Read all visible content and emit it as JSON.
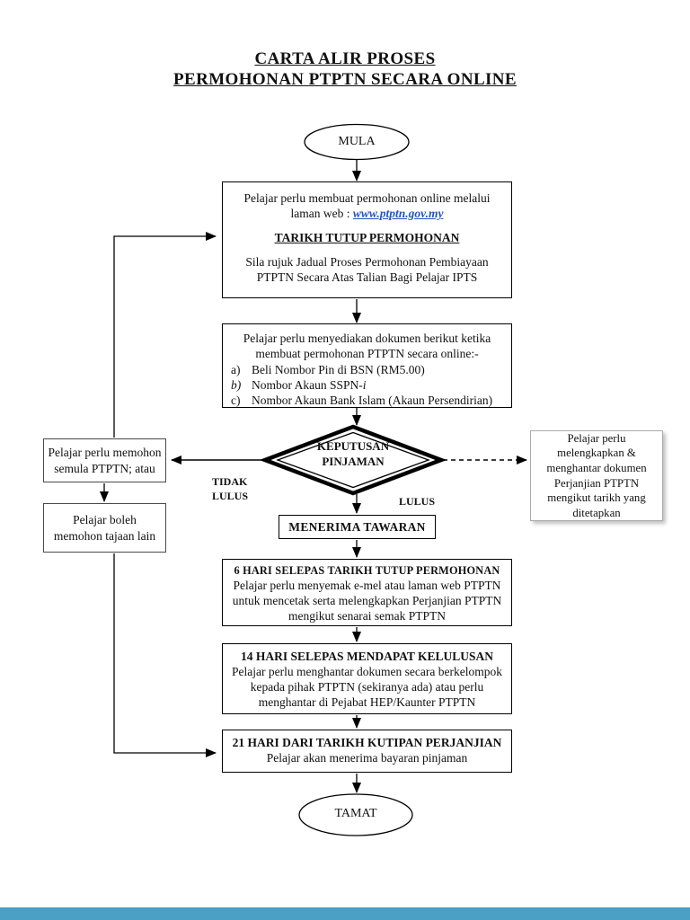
{
  "title": {
    "line1": "CARTA ALIR PROSES",
    "line2": "PERMOHONAN PTPTN SECARA ONLINE"
  },
  "start_label": "MULA",
  "end_label": "TAMAT",
  "apply_box": {
    "line1": "Pelajar perlu  membuat permohonan online melalui",
    "line2_prefix": "laman web : ",
    "link_text": "www.ptptn.gov.my",
    "deadline_heading": "TARIKH TUTUP PERMOHONAN",
    "note_line1": "Sila rujuk Jadual Proses Permohonan Pembiayaan",
    "note_line2": "PTPTN Secara Atas Talian Bagi Pelajar IPTS"
  },
  "documents_box": {
    "intro_line1": "Pelajar perlu menyediakan dokumen berikut ketika",
    "intro_line2": "membuat permohonan PTPTN secara online:-",
    "item_a_label": "a)",
    "item_a": "Beli Nombor Pin di BSN (RM5.00)",
    "item_b_label": "b)",
    "item_b_main": "Nombor  Akaun SSPN-",
    "item_b_suffix": "i",
    "item_c_label": "c)",
    "item_c": "Nombor Akaun Bank Islam (Akaun Persendirian)"
  },
  "decision": {
    "line1": "KEPUTUSAN",
    "line2": "PINJAMAN"
  },
  "branch_labels": {
    "no_line1": "TIDAK",
    "no_line2": "LULUS",
    "yes": "LULUS"
  },
  "reapply_box": {
    "line1": "Pelajar perlu memohon",
    "line2": "semula PTPTN; atau"
  },
  "other_sponsor_box": {
    "line1": "Pelajar boleh",
    "line2": "memohon tajaan lain"
  },
  "agreement_box": {
    "line1": "Pelajar perlu",
    "line2": "melengkapkan &",
    "line3": "menghantar dokumen",
    "line4": "Perjanjian PTPTN",
    "line5": "mengikut tarikh yang",
    "line6": "ditetapkan"
  },
  "offer_box": {
    "label": "MENERIMA TAWARAN"
  },
  "six_day_box": {
    "title": "6 HARI SELEPAS TARIKH TUTUP PERMOHONAN",
    "line1": "Pelajar perlu menyemak e-mel atau laman web PTPTN",
    "line2": "untuk mencetak serta melengkapkan Perjanjian PTPTN",
    "line3": "mengikut senarai semak PTPTN"
  },
  "fourteen_day_box": {
    "title": "14 HARI SELEPAS MENDAPAT KELULUSAN",
    "line1": "Pelajar perlu menghantar dokumen secara berkelompok",
    "line2": "kepada pihak PTPTN (sekiranya ada) atau perlu",
    "line3": "menghantar di Pejabat HEP/Kaunter PTPTN"
  },
  "twentyone_day_box": {
    "title": "21 HARI DARI TARIKH KUTIPAN PERJANJIAN",
    "line1": "Pelajar akan menerima bayaran pinjaman"
  },
  "colors": {
    "link_blue": "#2353c4",
    "connector_black": "#000000",
    "footer_bar_blue": "#4BA0C6",
    "agreement_border_gray": "#aaaaaa"
  }
}
